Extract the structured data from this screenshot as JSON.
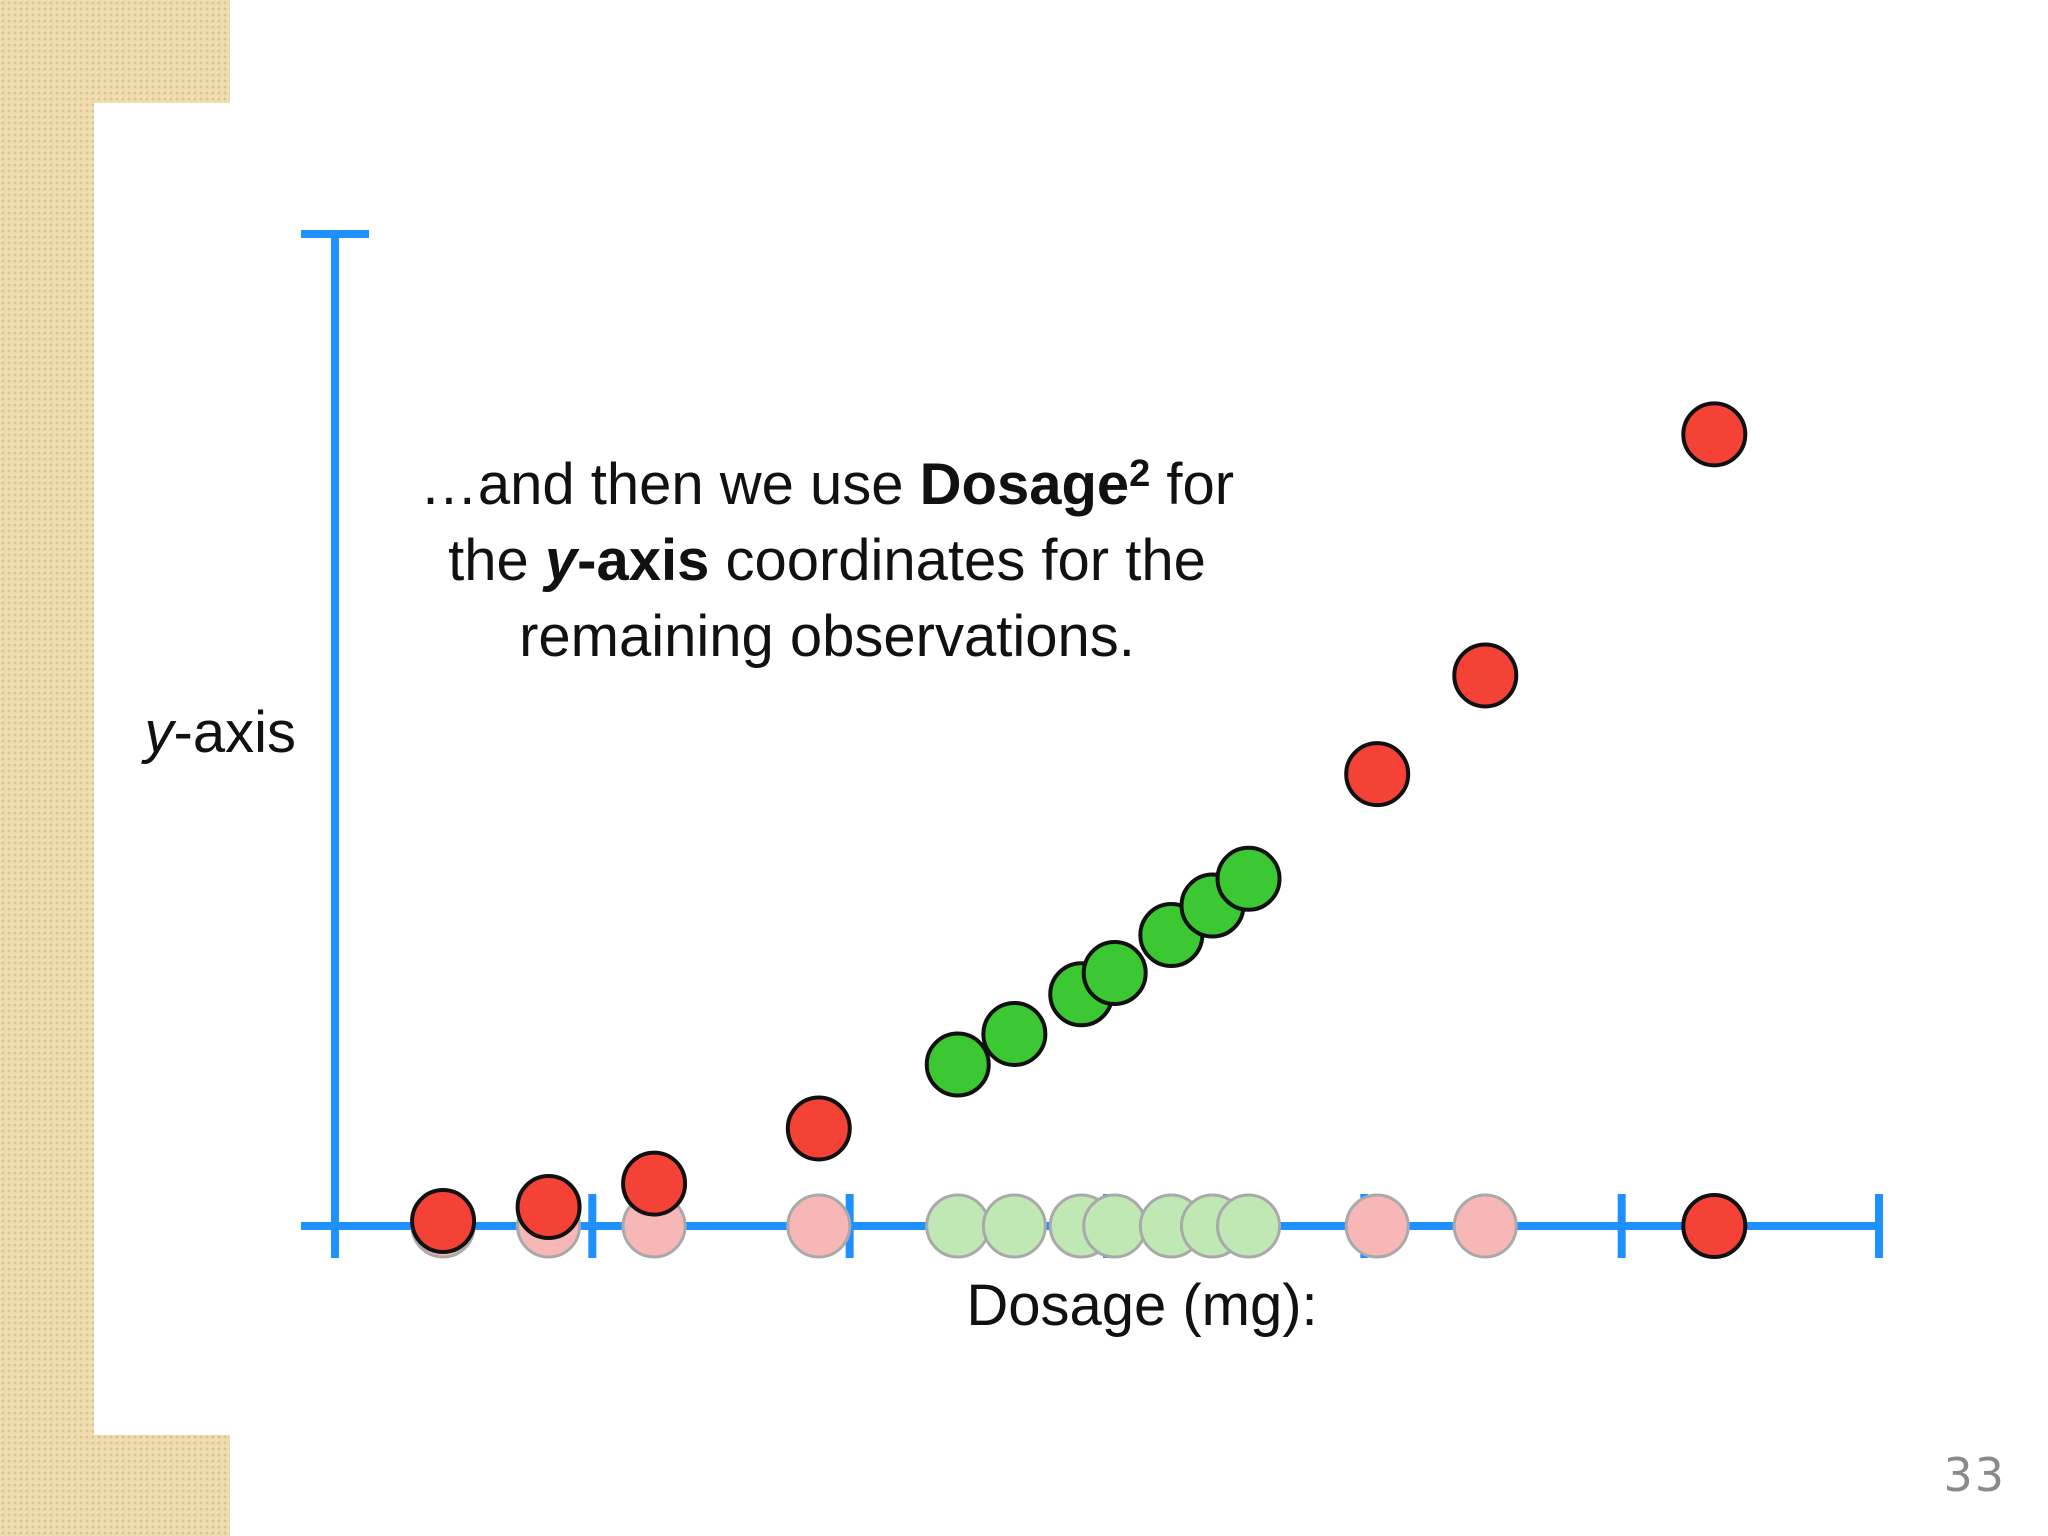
{
  "slide": {
    "page_number": "33"
  },
  "colors": {
    "axis": "#1e90ff",
    "red": "#f44336",
    "red_faded": "#f7b7b7",
    "green": "#3cc832",
    "green_faded": "#bfe8b4",
    "marker_edge": "#111111",
    "faded_edge": "#a9a9a9"
  },
  "chart_data": {
    "type": "scatter",
    "title": "",
    "xlabel": "Dosage (mg):",
    "ylabel_prefix": "y",
    "ylabel_suffix": "-axis",
    "annotation": {
      "line1_pre": "…and then we use ",
      "line1_bold": "Dosage",
      "line1_sup": "2",
      "line1_post": " for",
      "line2_pre": "the ",
      "line2_bold_italic": "y",
      "line2_bold": "-axis",
      "line2_post": " coordinates for the",
      "line3": "remaining observations."
    },
    "xlim": [
      0,
      60
    ],
    "ylim": [
      0,
      3600
    ],
    "x_ticks": [
      0,
      10,
      20,
      30,
      40,
      50,
      60
    ],
    "tick_labels_shown": false,
    "grid": false,
    "series": [
      {
        "category": "red",
        "x": [
          4.2,
          8.3,
          12.4,
          18.8,
          40.5,
          44.7,
          53.6
        ],
        "y": [
          18,
          69,
          154,
          354,
          1640,
          1998,
          2873
        ]
      },
      {
        "category": "green",
        "x": [
          24.2,
          26.4,
          29.0,
          30.3,
          32.5,
          34.1,
          35.5
        ],
        "y": [
          586,
          697,
          841,
          918,
          1056,
          1163,
          1260
        ]
      },
      {
        "category": "red",
        "x": [
          53.6
        ],
        "y": [
          0
        ]
      }
    ],
    "faded_projections": {
      "red_x": [
        4.2,
        8.3,
        12.4,
        18.8,
        40.5,
        44.7
      ],
      "green_x": [
        24.2,
        26.4,
        29.0,
        30.3,
        32.5,
        34.1,
        35.5
      ],
      "y": 0
    }
  }
}
